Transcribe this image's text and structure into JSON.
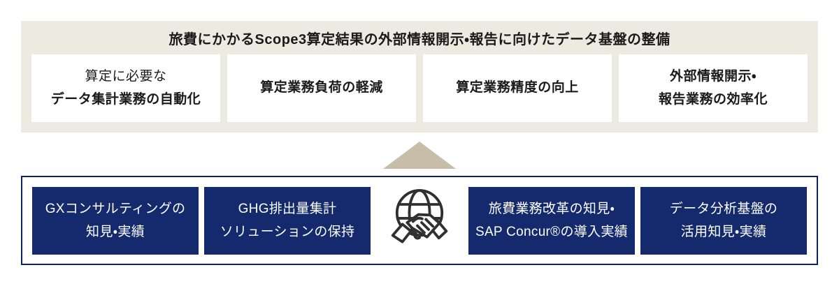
{
  "goal_panel": {
    "title": "旅費にかかるScope3算定結果の外部情報開示・報告に向けたデータ基盤の整備",
    "goals": [
      {
        "line1": "算定に必要な",
        "line2": "データ集計業務の自動化"
      },
      {
        "line1": "算定業務負荷の軽減"
      },
      {
        "line1": "算定業務精度の向上"
      },
      {
        "line1": "外部情報開示・",
        "line2": "報告業務の効率化"
      }
    ]
  },
  "strengths_panel": {
    "icon": "globe-handshake-icon",
    "items": [
      {
        "line1": "GXコンサルティングの",
        "line2": "知見・実績"
      },
      {
        "line1": "GHG排出量集計",
        "line2": "ソリューションの保持"
      },
      {
        "line1": "旅費業務改革の知見・",
        "line2": "SAP Concur®の導入実績"
      },
      {
        "line1": "データ分析基盤の",
        "line2": "活用知見・実績"
      }
    ]
  },
  "colors": {
    "panel_beige": "#EDEAE2",
    "arrow_beige": "#C7BDA9",
    "box_navy": "#15296D",
    "border_navy": "#10215C",
    "text_dark": "#1A1A1A",
    "text_white": "#FFFFFF",
    "icon_stroke": "#303030",
    "page_bg": "#FFFFFF"
  }
}
